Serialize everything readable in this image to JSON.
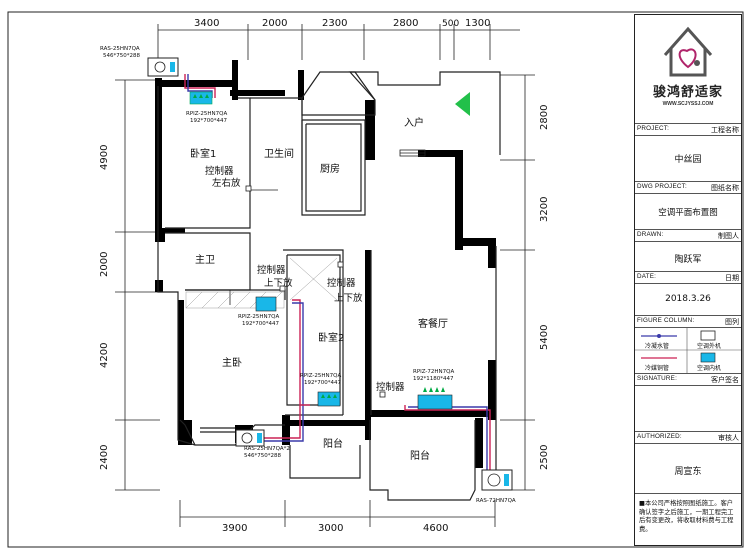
{
  "dimensions": {
    "top": [
      "3400",
      "2000",
      "2300",
      "2800",
      "500",
      "1300"
    ],
    "bottom": [
      "3900",
      "3000",
      "4600"
    ],
    "left": [
      "4900",
      "2000",
      "4200",
      "2400"
    ],
    "right": [
      "2800",
      "3200",
      "5400",
      "2500"
    ]
  },
  "rooms": {
    "bedroom1": "卧室1",
    "bathroom": "卫生间",
    "kitchen": "厨房",
    "entrance": "入户",
    "master_bath": "主卫",
    "bedroom2": "卧室2",
    "master_bedroom": "主卧",
    "living_dining": "客餐厅",
    "balcony1": "阳台",
    "balcony2": "阳台"
  },
  "annotations": {
    "controller_label": "控制器",
    "controller_bedroom1_pos": "左右放",
    "controller_master_pos": "上下放",
    "controller_bedroom2_pos": "上下放"
  },
  "units": {
    "ou_top_model": "RAS-25HN7QA",
    "ou_top_size": "546*750*288",
    "iu_bedroom1_model": "RPIZ-25HN7QA",
    "iu_bedroom1_size": "192*700*447",
    "iu_master_model": "RPIZ-25HN7QA",
    "iu_master_size": "192*700*447",
    "iu_bedroom2_model": "RPIZ-25HN7QA",
    "iu_bedroom2_size": "192*700*447",
    "iu_living_model": "RPIZ-72HN7QA",
    "iu_living_size": "192*1180*447",
    "ou_bottomleft_model": "RAS-25HN7QA*2",
    "ou_bottomleft_size": "546*750*288",
    "ou_bottomright_model": "RAS-72HN7QA"
  },
  "title_block": {
    "logo_text": "骏鸿舒适家",
    "logo_url": "WWW.SCJYSSJ.COM",
    "project_label": "PROJECT:",
    "project_label_cn": "工程名称",
    "project_value": "中丝园",
    "drawing_label": "DWG PROJECT:",
    "drawing_label_cn": "图纸名称",
    "drawing_value": "空调平面布置图",
    "drafter_label": "DRAWN:",
    "drafter_label_cn": "制图人",
    "drafter_value": "陶跃军",
    "date_label": "DATE:",
    "date_label_cn": "日期",
    "date_value": "2018.3.26",
    "legend_label": "FIGURE COLUMN:",
    "legend_label_cn": "图列",
    "legend_water": "冷凝水管",
    "legend_outdoor": "空调外机",
    "legend_refrigerant": "冷媒铜管",
    "legend_indoor": "空调内机",
    "signature_label": "SIGNATURE:",
    "signature_label_cn": "客户签名",
    "approver_label": "AUTHORIZED:",
    "approver_label_cn": "审核人",
    "approver_value": "周宣东",
    "note": "■本公司严格按照图纸施工。客户确认签字之后施工，一期工程完工后有变更改，将收取材料费与工程费。"
  },
  "colors": {
    "wall": "#000000",
    "line": "#1a1a1a",
    "refrigerant_pipe": "#cc2255",
    "drain_pipe": "#3a3aaa",
    "unit_fill": "#19b7e8",
    "entrance_arrow": "#22c04a"
  }
}
